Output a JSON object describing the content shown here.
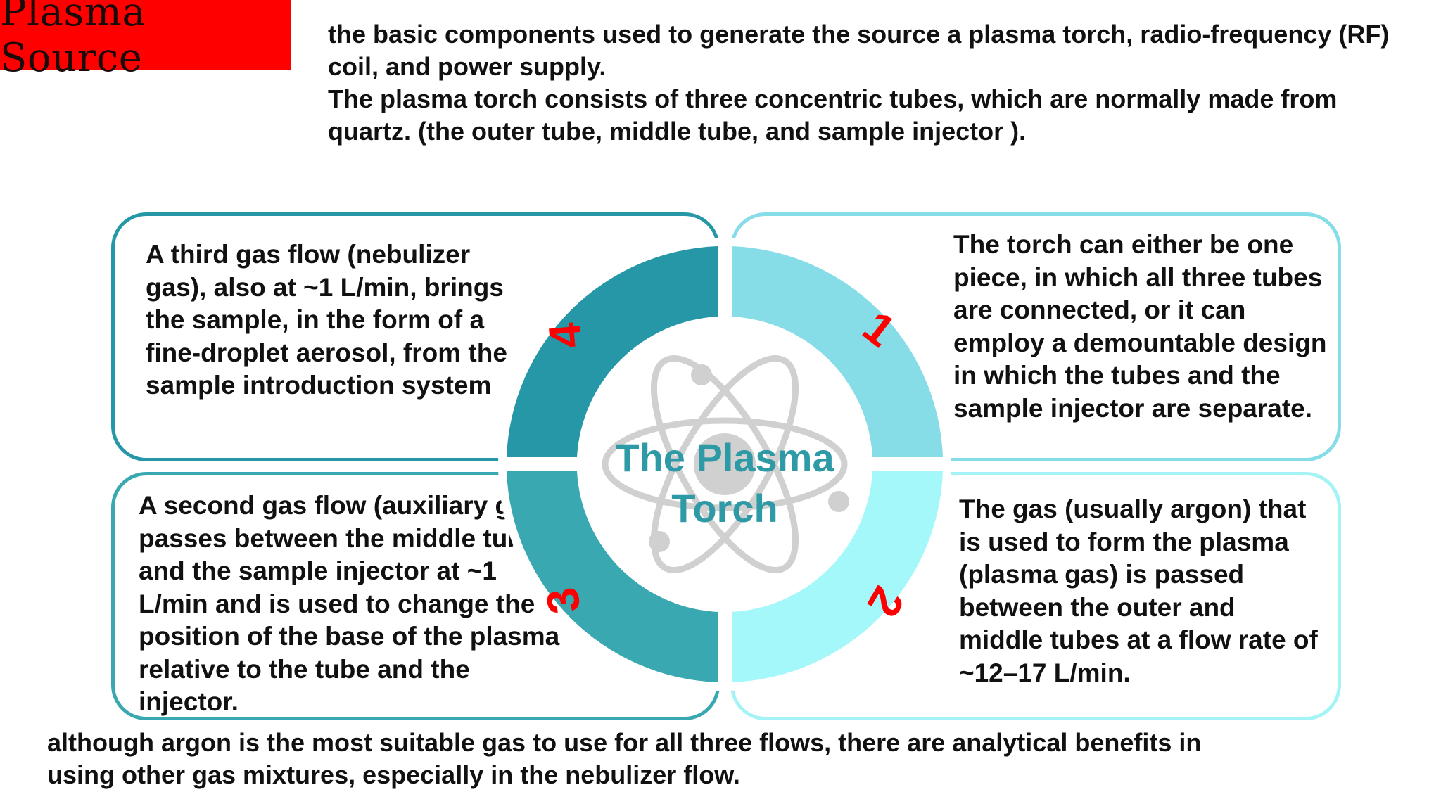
{
  "title": "Plasma Source",
  "intro": {
    "line1": "the basic components used to generate the source a plasma torch, radio-frequency (RF) coil, and power supply.",
    "line2": "The plasma torch consists of three concentric tubes, which are normally made from quartz. (the outer tube, middle tube, and sample injector )."
  },
  "center_title": [
    "The Plasma",
    "Torch"
  ],
  "segments": [
    {
      "number": "1",
      "color": "#86dde8",
      "text": "The torch can either be one piece, in which all three tubes are connected, or it can employ a demountable design in which the tubes and the sample injector are separate."
    },
    {
      "number": "2",
      "color": "#a4f8fa",
      "text": "The gas (usually argon) that is used to form the plasma (plasma gas) is passed between the outer and middle tubes at a flow rate of ~12–17 L/min."
    },
    {
      "number": "3",
      "color": "#3aa8b1",
      "text": "A second gas flow (auxiliary gas) passes between the middle tube and the sample injector at ~1 L/min  and is used to change the position of the base of the plasma relative to the tube and the injector."
    },
    {
      "number": "4",
      "color": "#2597a6",
      "text": " A third gas flow (nebulizer gas), also at ~1 L/min, brings the sample, in the form of a fine-droplet aerosol, from the sample introduction system"
    }
  ],
  "colors": {
    "title_bg": "#ff0000",
    "number": "#ff0000",
    "center_text": "#2e9aa6",
    "atom": "#d0d0d0"
  },
  "icons": [
    "atom-icon"
  ],
  "footer": "although argon is the most suitable gas to use for all three flows, there are analytical benefits in using other gas mixtures, especially in the nebulizer flow."
}
